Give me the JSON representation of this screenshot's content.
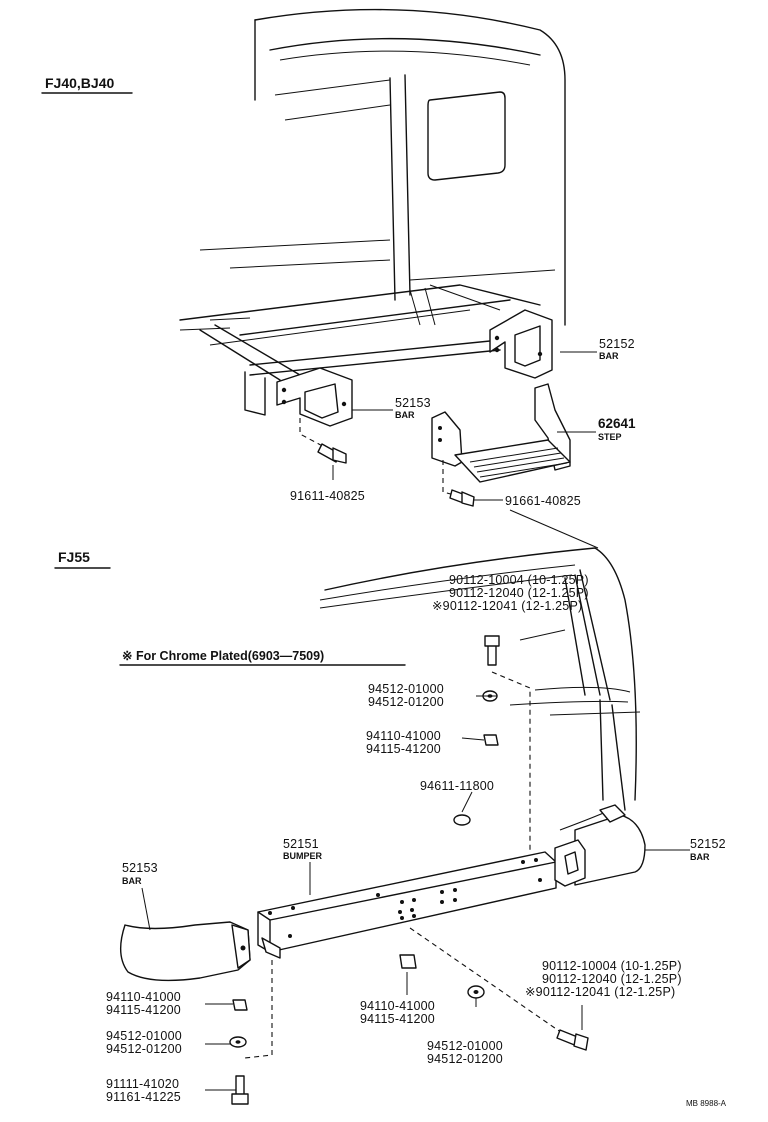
{
  "diagram": {
    "top_section": {
      "model_label": "FJ40,BJ40",
      "parts": [
        {
          "number": "52152",
          "desc": "BAR"
        },
        {
          "number": "52153",
          "desc": "BAR"
        },
        {
          "number": "62641",
          "desc": "STEP"
        },
        {
          "number": "91611-40825"
        },
        {
          "number": "91661-40825"
        }
      ]
    },
    "bottom_section": {
      "model_label": "FJ55",
      "note": "※ For Chrome Plated(6903—7509)",
      "upper_bolts": [
        "90112-10004 (10-1.25P)",
        "90112-12040 (12-1.25P)",
        "※90112-12041 (12-1.25P)"
      ],
      "washers_a": [
        "94512-01000",
        "94512-01200"
      ],
      "nuts_a": [
        "94110-41000",
        "94115-41200"
      ],
      "spacer": "94611-11800",
      "bumper": {
        "number": "52151",
        "desc": "BUMPER"
      },
      "bar_right": {
        "number": "52152",
        "desc": "BAR"
      },
      "bar_left": {
        "number": "52153",
        "desc": "BAR"
      },
      "lower_bolts": [
        "90112-10004 (10-1.25P)",
        "90112-12040 (12-1.25P)",
        "※90112-12041 (12-1.25P)"
      ],
      "nuts_left": [
        "94110-41000",
        "94115-41200"
      ],
      "washers_left": [
        "94512-01000",
        "94512-01200"
      ],
      "bolts_left": [
        "91111-41020",
        "91161-41225"
      ],
      "nuts_mid": [
        "94110-41000",
        "94115-41200"
      ],
      "washers_mid": [
        "94512-01000",
        "94512-01200"
      ]
    },
    "footer_code": "MB 8988-A"
  }
}
